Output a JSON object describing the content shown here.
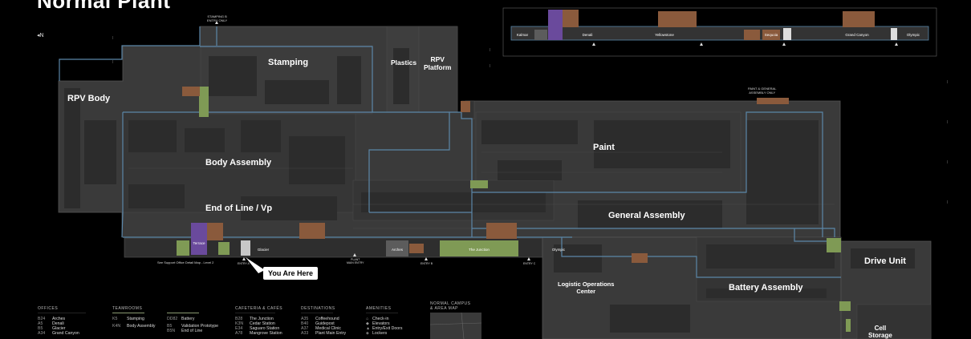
{
  "page": {
    "title": "Normal Plant",
    "compass_label": "N",
    "you_are_here": "You Are Here",
    "stamping_entry_note": "STAMPING B\nENTRY ONLY",
    "paint_entry_note": "PAINT & GENERAL\nASSEMBLY ONLY",
    "support_office_note": "See Support Office Detail Map - Level 2"
  },
  "departments": {
    "rpv_body": "RPV Body",
    "stamping": "Stamping",
    "plastics": "Plastics",
    "rpv_platform": "RPV\nPlatform",
    "body_assembly": "Body Assembly",
    "paint": "Paint",
    "end_of_line": "End of Line / Vp",
    "general_assembly": "General Assembly",
    "logistic_operations": "Logistic Operations\nCenter",
    "battery_assembly": "Battery Assembly",
    "drive_unit": "Drive Unit",
    "cell_storage": "Cell\nStorage"
  },
  "rooms": {
    "terrace": "Terrace",
    "glacier": "Glacier",
    "arches": "Arches",
    "the_junction": "The Junction",
    "olympic": "Olympic",
    "denali": "Denali",
    "yellowstone": "Yellowstone",
    "sequoia": "Sequoia",
    "grand_canyon": "Grand Canyon",
    "kalmar": "Kalmar"
  },
  "entries": {
    "entry_a": "ENTRY A",
    "entry_b": "ENTRY B",
    "entry_c": "ENTRY C",
    "plant_main_entry": "PLANT\nMAIN ENTRY"
  },
  "legend": {
    "offices": {
      "heading": "OFFICES",
      "items": [
        {
          "code": "B24",
          "label": "Arches"
        },
        {
          "code": "A5",
          "label": "Denali"
        },
        {
          "code": "B5",
          "label": "Glacier"
        },
        {
          "code": "A34",
          "label": "Grand Canyon"
        }
      ]
    },
    "teamrooms": {
      "heading": "TEAMROOMS",
      "items": [
        {
          "code": "K5",
          "label": "Stamping"
        },
        {
          "code": "K4N",
          "label": "Body Assembly"
        }
      ]
    },
    "teamrooms2": {
      "items": [
        {
          "code": "DD82",
          "label": "Battery"
        },
        {
          "code": "B5",
          "label": "Validation Prototype"
        },
        {
          "code": "B5N",
          "label": "End of Line"
        }
      ]
    },
    "cafeteria": {
      "heading": "CAFETERIA & CAFÉS",
      "items": [
        {
          "code": "B28",
          "label": "The Junction"
        },
        {
          "code": "K3N",
          "label": "Cedar Station"
        },
        {
          "code": "E34",
          "label": "Saguaro Station"
        },
        {
          "code": "A78",
          "label": "Mangrove Station"
        }
      ]
    },
    "destinations": {
      "heading": "DESTINATIONS",
      "items": [
        {
          "code": "A35",
          "label": "Coffeehound"
        },
        {
          "code": "B40",
          "label": "Guidepost"
        },
        {
          "code": "A37",
          "label": "Medical Clinic"
        },
        {
          "code": "A33",
          "label": "Plant Main Entry"
        }
      ]
    },
    "amenities": {
      "heading": "AMENITIES",
      "items": [
        {
          "label": "Check-in"
        },
        {
          "label": "Elevators"
        },
        {
          "label": "Entry/Exit Doors"
        },
        {
          "label": "Lockers"
        }
      ]
    },
    "campus_map": {
      "heading": "NORMAL CAMPUS\n& AREA MAP"
    }
  },
  "colors": {
    "background": "#000000",
    "building": "#3a3a3a",
    "building_dark": "#2b2b2b",
    "corridor": "#5b86a8",
    "brown_room": "#8a5a3c",
    "green_room": "#7f9a55",
    "purple_room": "#6a4a9c",
    "light_room": "#c8c8c8"
  }
}
